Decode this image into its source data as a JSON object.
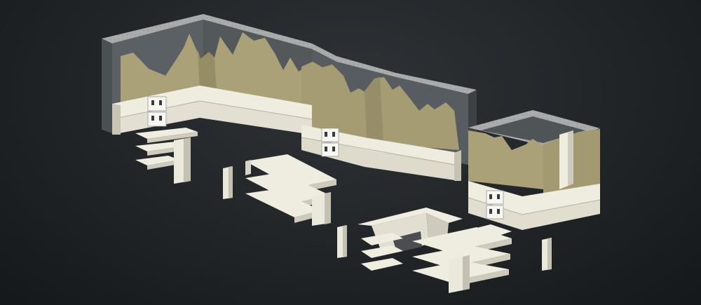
{
  "scene": {
    "colors": {
      "background": "#1f2326",
      "wall_fill": "#a9a078",
      "wall_side": "#8f8763",
      "cladding": "#efece0",
      "cladding_shade": "#d4d0c1",
      "cladding_dark": "#b9b5a5",
      "block_top": "#a8aaa9",
      "block_face": "#5a5f62",
      "block_dark": "#44484b",
      "outlet_plate": "#f5f5f2",
      "outlet_slot": "#3a3a3a"
    },
    "parts": [
      "back-wall-left",
      "back-wall-right",
      "corner-cabinet-block",
      "shelf-unit-left",
      "shelf-unit-center",
      "shelf-unit-bottom",
      "corner-trim-pieces"
    ],
    "outlets": [
      "outlet-left-wall",
      "outlet-right-wall",
      "outlet-cabinet"
    ]
  }
}
